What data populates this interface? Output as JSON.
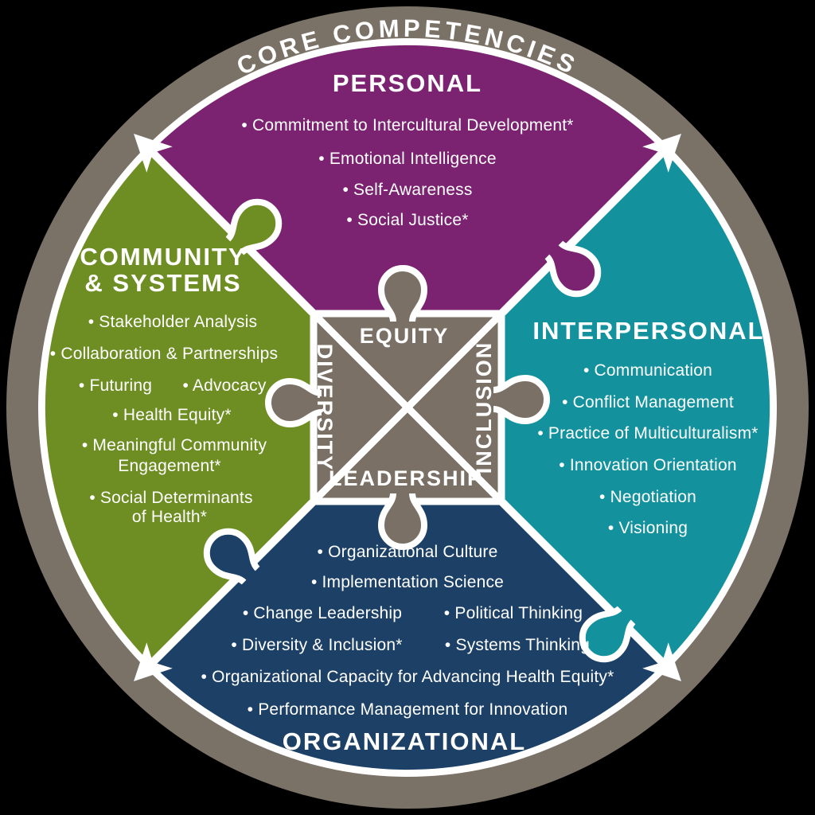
{
  "ring": {
    "label": "CORE COMPETENCIES"
  },
  "colors": {
    "background": "#000000",
    "ring_taupe": "#7b7267",
    "center_taupe": "#7a7065",
    "white": "#ffffff",
    "purple": "#7b2271",
    "teal": "#13929e",
    "navy": "#1d4166",
    "green": "#6e8e24"
  },
  "core": {
    "top": "EQUITY",
    "right": "INCLUSION",
    "bottom": "LEADERSHIP",
    "left": "DIVERSITY"
  },
  "quadrants": {
    "personal": {
      "title": "PERSONAL",
      "lines": [
        "Commitment to Intercultural Development*",
        "Emotional Intelligence",
        "Self-Awareness",
        "Social Justice*"
      ]
    },
    "interpersonal": {
      "title": "INTERPERSONAL",
      "lines": [
        "Communication",
        "Conflict Management",
        "Practice of Multiculturalism*",
        "Innovation Orientation",
        "Negotiation",
        "Visioning"
      ]
    },
    "organizational": {
      "title": "ORGANIZATIONAL",
      "lines": [
        "Organizational Culture",
        "Implementation Science",
        "Change Leadership",
        "Political Thinking",
        "Diversity & Inclusion*",
        "Systems Thinking",
        "Organizational Capacity for Advancing Health Equity*",
        "Performance Management for Innovation"
      ]
    },
    "community_systems": {
      "title_lines": [
        "COMMUNITY",
        "& SYSTEMS"
      ],
      "lines": [
        "Stakeholder Analysis",
        "Collaboration & Partnerships",
        "Futuring",
        "Advocacy",
        "Health Equity*",
        "Meaningful Community",
        "Engagement*",
        "Social Determinants",
        "of Health*"
      ]
    }
  }
}
